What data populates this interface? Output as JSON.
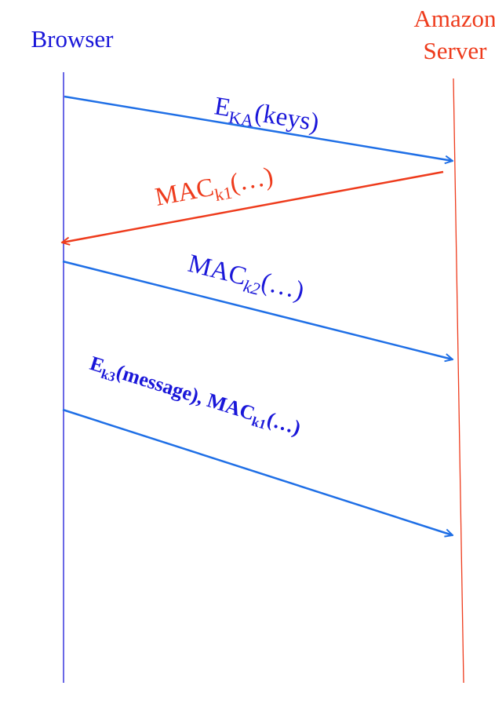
{
  "participants": {
    "browser": {
      "label": "Browser",
      "color": "#1a17d9"
    },
    "server": {
      "label_line1": "Amazon",
      "label_line2": "Server",
      "color": "#ee3b1c"
    }
  },
  "colors": {
    "arrow_blue": "#1f6fe6",
    "arrow_red": "#ee3b1c",
    "text_blue": "#1a17d9",
    "text_red": "#ee3b1c"
  },
  "messages": [
    {
      "main": "E",
      "sub": "KA",
      "rest": "(keys)",
      "direction": "to-server"
    },
    {
      "main": "MAC",
      "sub": "k1",
      "rest": "(…)",
      "direction": "to-browser"
    },
    {
      "main": "MAC",
      "sub": "k2",
      "rest": "(…)",
      "direction": "to-server"
    },
    {
      "main1": "E",
      "sub1": "k3",
      "rest1": "(message), MAC",
      "sub2": "k1",
      "rest2": "(…)",
      "direction": "to-server"
    }
  ]
}
